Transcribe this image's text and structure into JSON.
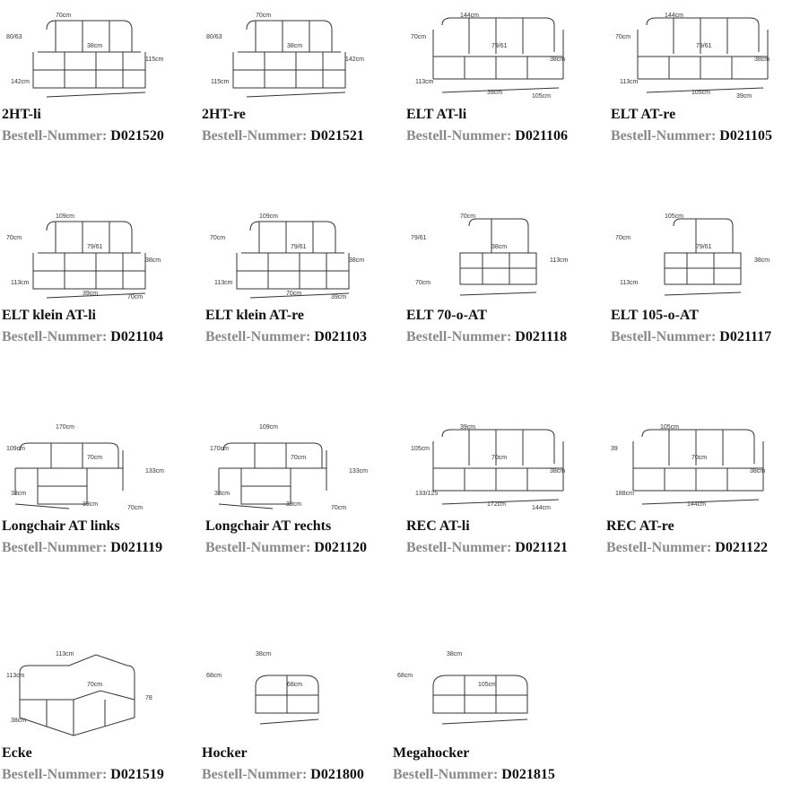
{
  "order_label": "Bestell-Nummer:",
  "colors": {
    "title": "#111111",
    "label": "#8a8a8a",
    "line": "#333333"
  },
  "products": [
    {
      "name": "2HT-li",
      "number": "D021520",
      "shape": "sofa",
      "dims": [
        "70cm",
        "80/63",
        "38cm",
        "115cm",
        "142cm"
      ]
    },
    {
      "name": "2HT-re",
      "number": "D021521",
      "shape": "sofa",
      "dims": [
        "70cm",
        "80/63",
        "38cm",
        "142cm",
        "115cm"
      ]
    },
    {
      "name": "ELT AT-li",
      "number": "D021106",
      "shape": "sofa-wide",
      "dims": [
        "144cm",
        "70cm",
        "79/61",
        "38cm",
        "113cm",
        "39cm",
        "105cm"
      ]
    },
    {
      "name": "ELT AT-re",
      "number": "D021105",
      "shape": "sofa-wide",
      "dims": [
        "144cm",
        "70cm",
        "79/61",
        "38cm",
        "113cm",
        "105cm",
        "39cm"
      ]
    },
    {
      "name": "ELT  klein AT-li",
      "number": "D021104",
      "shape": "sofa",
      "dims": [
        "109cm",
        "70cm",
        "79/61",
        "38cm",
        "113cm",
        "39cm",
        "70cm"
      ]
    },
    {
      "name": "ELT klein AT-re",
      "number": "D021103",
      "shape": "sofa",
      "dims": [
        "109cm",
        "70cm",
        "79/61",
        "38cm",
        "113cm",
        "70cm",
        "39cm"
      ]
    },
    {
      "name": "ELT 70-o-AT",
      "number": "D021118",
      "shape": "chair",
      "dims": [
        "70cm",
        "79/61",
        "38cm",
        "113cm",
        "70cm"
      ]
    },
    {
      "name": "ELT 105-o-AT",
      "number": "D021117",
      "shape": "chair",
      "dims": [
        "105cm",
        "70cm",
        "79/61",
        "38cm",
        "113cm"
      ]
    },
    {
      "name": "Longchair AT links",
      "number": "D021119",
      "shape": "long",
      "dims": [
        "170cm",
        "109cm",
        "70cm",
        "133cm",
        "38cm",
        "39cm",
        "70cm"
      ]
    },
    {
      "name": "Longchair AT rechts",
      "number": "D021120",
      "shape": "long",
      "dims": [
        "109cm",
        "170cm",
        "70cm",
        "133cm",
        "38cm",
        "39cm",
        "70cm"
      ]
    },
    {
      "name": "REC AT-li",
      "number": "D021121",
      "shape": "sofa-wide",
      "dims": [
        "39cm",
        "105cm",
        "70cm",
        "38cm",
        "133/125",
        "172cm",
        "144cm"
      ]
    },
    {
      "name": "REC AT-re",
      "number": "D021122",
      "shape": "sofa-wide",
      "dims": [
        "105cm",
        "39",
        "70cm",
        "38cm",
        "188cm",
        "144cm"
      ]
    },
    {
      "name": "Ecke",
      "number": "D021519",
      "shape": "corner",
      "dims": [
        "113cm",
        "113cm",
        "70cm",
        "78",
        "38cm"
      ]
    },
    {
      "name": "Hocker",
      "number": "D021800",
      "shape": "stool",
      "dims": [
        "38cm",
        "68cm",
        "68cm"
      ]
    },
    {
      "name": "Megahocker",
      "number": "D021815",
      "shape": "stool-wide",
      "dims": [
        "38cm",
        "68cm",
        "105cm"
      ]
    }
  ]
}
